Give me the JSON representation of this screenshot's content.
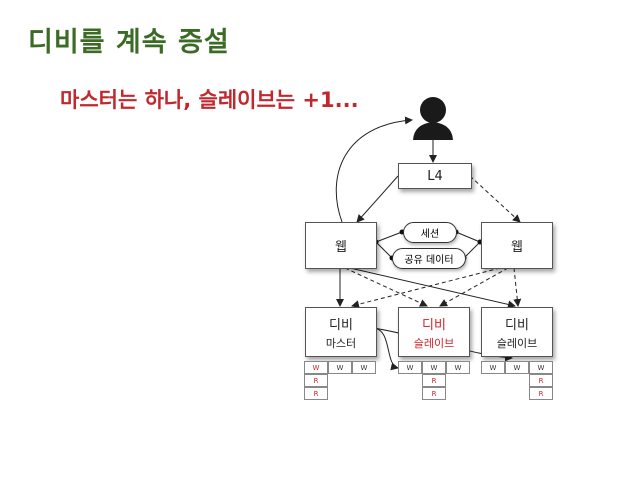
{
  "title": "디비를 계속 증설",
  "subtitle": "마스터는 하나, 슬레이브는 +1...",
  "nodes": {
    "l4": "L4",
    "web_left": "웹",
    "web_right": "웹",
    "session": "세션",
    "shared_data": "공유 데이터",
    "db_master": {
      "line1": "디비",
      "line2": "마스터"
    },
    "db_slave_new": {
      "line1": "디비",
      "line2": "슬레이브"
    },
    "db_slave": {
      "line1": "디비",
      "line2": "슬레이브"
    }
  },
  "colors": {
    "title": "#3c6b26",
    "accent": "#c0282d"
  },
  "icons": {
    "user": "user-silhouette-icon"
  },
  "tables": {
    "master": {
      "row1": [
        "W",
        "W",
        "W"
      ],
      "row2": [
        "R"
      ],
      "row3": [
        "R"
      ]
    },
    "slave_new": {
      "row1": [
        "W",
        "W",
        "W"
      ],
      "row2": [
        "R"
      ],
      "row3": [
        "R"
      ]
    },
    "slave": {
      "row1": [
        "W",
        "W",
        "W"
      ],
      "row2": [
        "R"
      ],
      "row3": [
        "R"
      ]
    }
  }
}
